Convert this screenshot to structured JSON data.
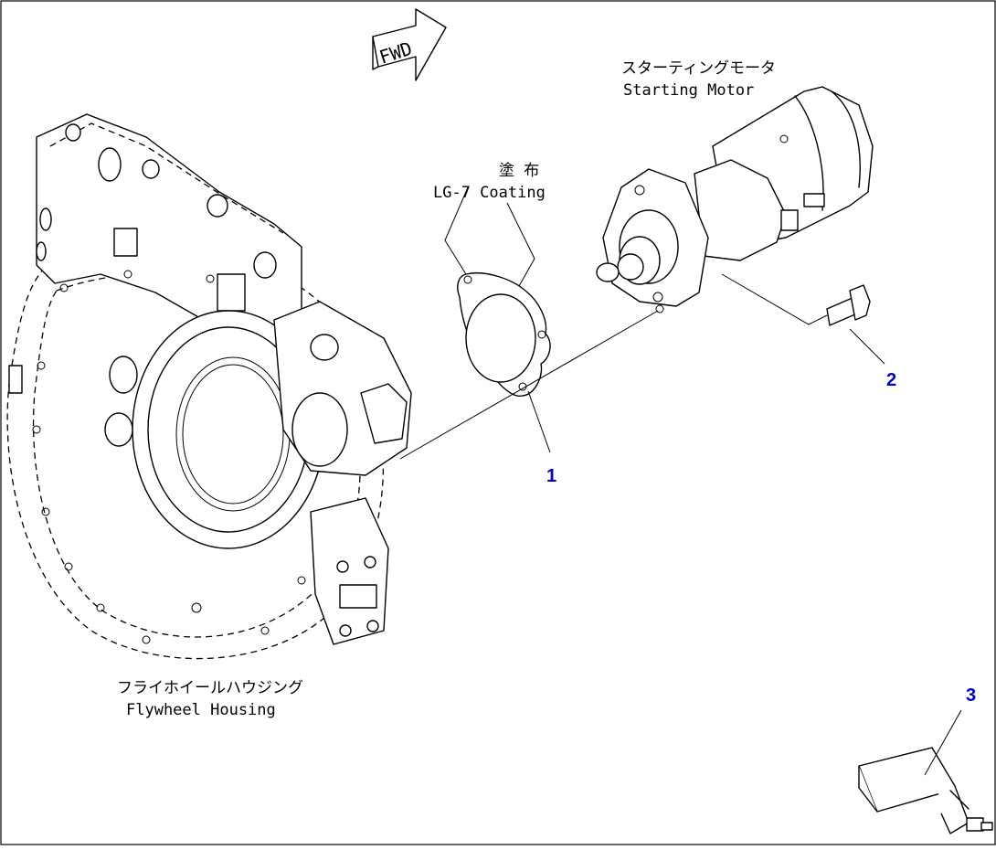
{
  "fwd_label": "FWD",
  "labels": {
    "starting_motor_jp": "スターティングモータ",
    "starting_motor_en": "Starting Motor",
    "coating_jp": "塗 布",
    "coating_en": "LG-7 Coating",
    "flywheel_jp": "フライホイールハウジング",
    "flywheel_en": "Flywheel Housing"
  },
  "callouts": [
    {
      "number": "1",
      "part": "gasket"
    },
    {
      "number": "2",
      "part": "bolt"
    },
    {
      "number": "3",
      "part": "starter-relay"
    }
  ],
  "colors": {
    "line": "#000000",
    "callout": "#0000cc",
    "background": "#ffffff"
  }
}
